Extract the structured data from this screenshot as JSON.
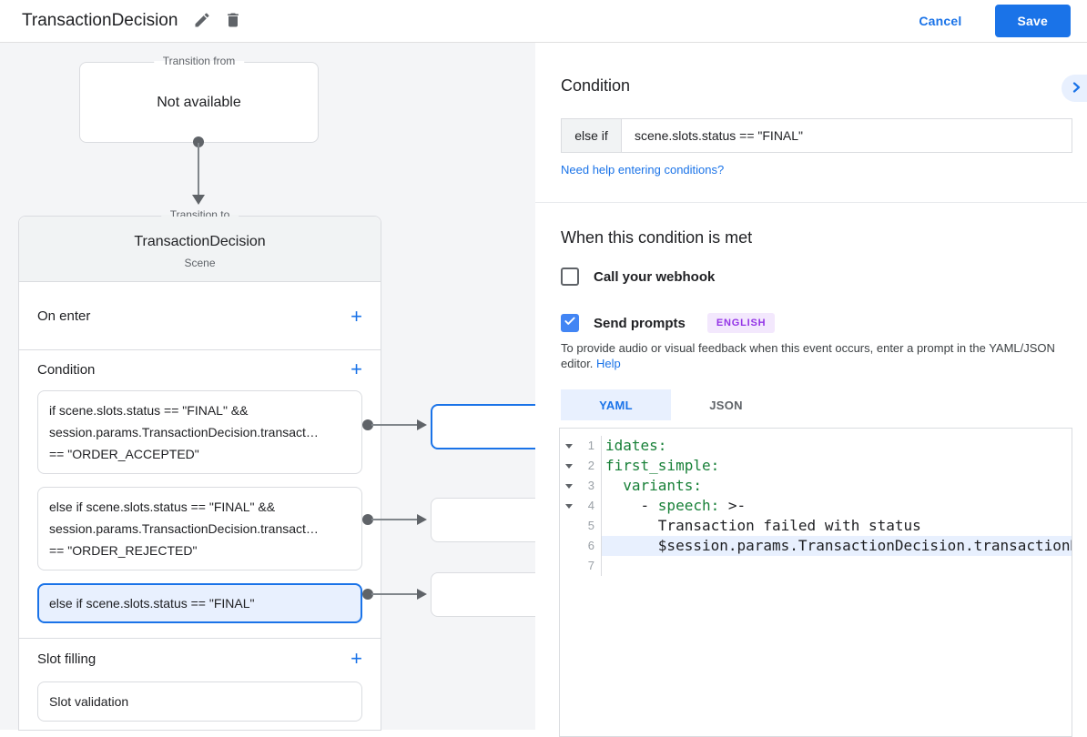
{
  "header": {
    "title": "TransactionDecision",
    "cancel_label": "Cancel",
    "save_label": "Save"
  },
  "diagram": {
    "transition_from": {
      "label": "Transition from",
      "value": "Not available"
    },
    "transition_to": {
      "label": "Transition to",
      "title": "TransactionDecision",
      "subtitle": "Scene"
    },
    "on_enter_label": "On enter",
    "condition_label": "Condition",
    "slot_filling_label": "Slot filling",
    "add_label": "+",
    "condition_cards": [
      {
        "selected": false,
        "lines": [
          "if scene.slots.status == \"FINAL\" &&",
          "session.params.TransactionDecision.transact…",
          "== \"ORDER_ACCEPTED\""
        ]
      },
      {
        "selected": false,
        "lines": [
          "else if scene.slots.status == \"FINAL\" &&",
          "session.params.TransactionDecision.transact…",
          "== \"ORDER_REJECTED\""
        ]
      },
      {
        "selected": true,
        "lines": [
          "else if scene.slots.status == \"FINAL\""
        ]
      }
    ],
    "slot_card_label": "Slot validation"
  },
  "panel": {
    "heading": "Condition",
    "condition_prefix": "else if",
    "condition_value": "scene.slots.status == \"FINAL\"",
    "help_link": "Need help entering conditions?",
    "when_heading": "When this condition is met",
    "webhook_label": "Call your webhook",
    "prompts_label": "Send prompts",
    "language_badge": "ENGLISH",
    "description_line1": "To provide audio or visual feedback when this event occurs, enter a prompt in the YAML/JSON",
    "description_line2": "editor.",
    "description_link": "Help",
    "tabs": [
      {
        "label": "YAML",
        "active": true
      },
      {
        "label": "JSON",
        "active": false
      }
    ],
    "editor_lines": [
      {
        "num": "1",
        "fold": true,
        "highlight": false,
        "segments": [
          {
            "text": "idates:",
            "type": "key"
          }
        ]
      },
      {
        "num": "2",
        "fold": true,
        "highlight": false,
        "segments": [
          {
            "text": "first_simple:",
            "type": "key"
          }
        ]
      },
      {
        "num": "3",
        "fold": true,
        "highlight": false,
        "segments": [
          {
            "text": "  ",
            "type": "plain"
          },
          {
            "text": "variants:",
            "type": "key"
          }
        ]
      },
      {
        "num": "4",
        "fold": true,
        "highlight": false,
        "segments": [
          {
            "text": "    - ",
            "type": "plain"
          },
          {
            "text": "speech:",
            "type": "key"
          },
          {
            "text": " >-",
            "type": "plain"
          }
        ]
      },
      {
        "num": "5",
        "fold": false,
        "highlight": false,
        "segments": [
          {
            "text": "      Transaction failed with status",
            "type": "plain"
          }
        ]
      },
      {
        "num": "6",
        "fold": false,
        "highlight": true,
        "segments": [
          {
            "text": "      $session.params.TransactionDecision.transactionD",
            "type": "plain"
          }
        ]
      },
      {
        "num": "7",
        "fold": false,
        "highlight": false,
        "segments": []
      }
    ]
  },
  "icons": {
    "edit": "pencil-icon",
    "delete": "trash-icon",
    "collapse": "chevron-right-icon",
    "check": "checkmark-icon"
  },
  "colors": {
    "accent": "#1a73e8",
    "selected_bg": "#e8f0fe",
    "checkbox_checked": "#4285f4",
    "badge_bg": "#f3e8fd",
    "badge_text": "#9334e6",
    "code_key": "#188038",
    "canvas_bg": "#f4f5f7",
    "connector": "#5f6368"
  }
}
